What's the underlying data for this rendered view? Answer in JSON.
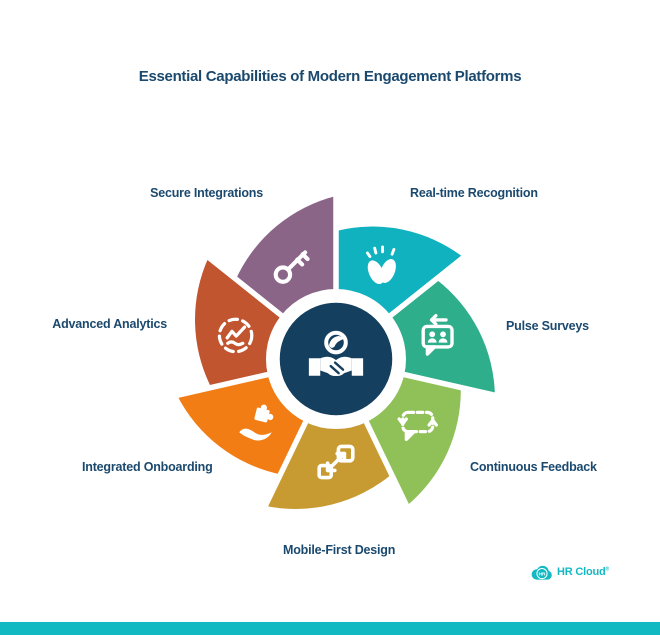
{
  "title": {
    "text": "Essential Capabilities of Modern Engagement Platforms",
    "color": "#1B496E"
  },
  "wheel": {
    "center_icon": "handshake-globe-icon",
    "center_color": "#153F5E",
    "ring_color": "#FFFFFF",
    "label_color": "#1B496E",
    "segments": [
      {
        "label": "Secure Integrations",
        "color": "#8B6588",
        "icon": "key-icon",
        "start_angle": 218.57,
        "end_angle": 270.0
      },
      {
        "label": "Real-time Recognition",
        "color": "#10B2C0",
        "icon": "clapping-hands-icon",
        "start_angle": 270.0,
        "end_angle": 321.43
      },
      {
        "label": "Pulse Surveys",
        "color": "#2FAE8C",
        "icon": "survey-people-icon",
        "start_angle": 321.43,
        "end_angle": 372.86
      },
      {
        "label": "Continuous Feedback",
        "color": "#90C158",
        "icon": "feedback-loop-icon",
        "start_angle": 12.86,
        "end_angle": 64.29
      },
      {
        "label": "Mobile-First Design",
        "color": "#C79B31",
        "icon": "expand-arrows-icon",
        "start_angle": 64.29,
        "end_angle": 115.71
      },
      {
        "label": "Integrated Onboarding",
        "color": "#F27D14",
        "icon": "hand-puzzle-icon",
        "start_angle": 115.71,
        "end_angle": 167.14
      },
      {
        "label": "Advanced Analytics",
        "color": "#C05530",
        "icon": "analytics-chart-icon",
        "start_angle": 167.14,
        "end_angle": 218.57
      }
    ]
  },
  "logo": {
    "badge": "HR",
    "wordmark": "HR Cloud",
    "registered": "®",
    "color": "#12B9C3"
  },
  "footer_bar_color": "#12B9C3"
}
